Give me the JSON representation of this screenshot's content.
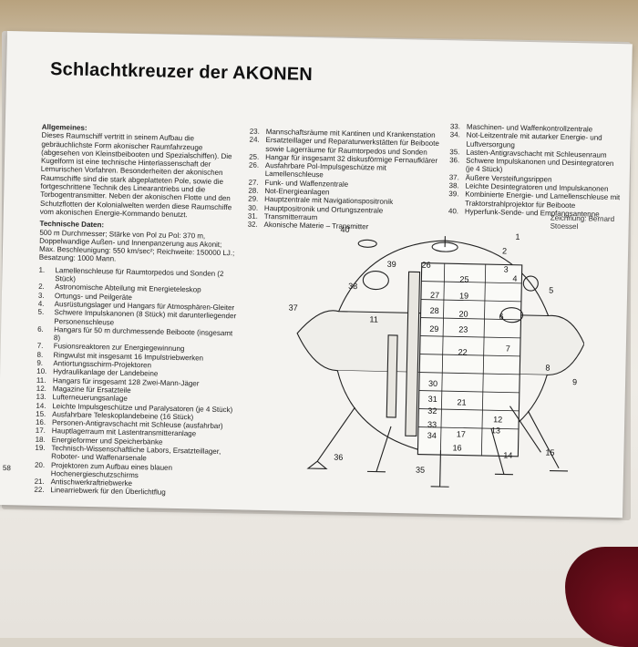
{
  "title": "Schlachtkreuzer der AKONEN",
  "page_number": "58",
  "credit": "Zeichnung: Bernard Stoessel",
  "general_heading": "Allgemeines:",
  "general_text": "Dieses Raumschiff vertritt in seinem Aufbau die gebräuchlichste Form akonischer Raumfahrzeuge (abgesehen von Kleinstbeibooten und Spezialschiffen). Die Kugelform ist eine technische Hinterlassenschaft der Lemurischen Vorfahren. Besonderheiten der akonischen Raumschiffe sind die stark abgeplatteten Pole, sowie die fortgeschrittene Technik des Linearantriebs und die Torbogentransmitter. Neben der akonischen Flotte und den Schutzflotten der Kolonialwelten werden diese Raumschiffe vom akonischen Energie-Kommando benutzt.",
  "tech_heading": "Technische Daten:",
  "tech_text": "500 m Durchmesser; Stärke von Pol zu Pol: 370 m, Doppelwandige Außen- und Innenpanzerung aus Akonit; Max. Beschleunigung: 550 km/sec²; Reichweite: 150000 LJ.; Besatzung: 1000 Mann.",
  "legend_col1": [
    {
      "n": "1.",
      "t": "Lamellenschleuse für Raumtorpedos und Sonden (2 Stück)"
    },
    {
      "n": "2.",
      "t": "Astronomische Abteilung mit Energieteleskop"
    },
    {
      "n": "3.",
      "t": "Ortungs- und Peilgeräte"
    },
    {
      "n": "4.",
      "t": "Ausrüstungslager und Hangars für Atmosphären-Gleiter"
    },
    {
      "n": "5.",
      "t": "Schwere Impulskanonen (8 Stück) mit darunterliegender Personenschleuse"
    },
    {
      "n": "6.",
      "t": "Hangars für 50 m durchmessende Beiboote (insgesamt 8)"
    },
    {
      "n": "7.",
      "t": "Fusionsreaktoren zur Energiegewinnung"
    },
    {
      "n": "8.",
      "t": "Ringwulst mit insgesamt 16 Impulstriebwerken"
    },
    {
      "n": "9.",
      "t": "Antiortungsschirm-Projektoren"
    },
    {
      "n": "10.",
      "t": "Hydraulikanlage der Landebeine"
    },
    {
      "n": "11.",
      "t": "Hangars für insgesamt 128 Zwei-Mann-Jäger"
    },
    {
      "n": "12.",
      "t": "Magazine für Ersatzteile"
    },
    {
      "n": "13.",
      "t": "Lufterneuerungsanlage"
    },
    {
      "n": "14.",
      "t": "Leichte Impulsgeschütze und Paralysatoren (je 4 Stück)"
    },
    {
      "n": "15.",
      "t": "Ausfahrbare Teleskoplandebeine (16 Stück)"
    },
    {
      "n": "16.",
      "t": "Personen-Antigravschacht mit Schleuse (ausfahrbar)"
    },
    {
      "n": "17.",
      "t": "Hauptlagerraum mit Lastentransmitteranlage"
    },
    {
      "n": "18.",
      "t": "Energieformer und Speicherbänke"
    },
    {
      "n": "19.",
      "t": "Technisch-Wissenschaftliche Labors, Ersatzteillager, Roboter- und Waffenarsenale"
    },
    {
      "n": "20.",
      "t": "Projektoren zum Aufbau eines blauen Hochenergieschutzschirms"
    },
    {
      "n": "21.",
      "t": "Antischwerkraftriebwerke"
    },
    {
      "n": "22.",
      "t": "Linearriebwerk für den Überlichtflug"
    }
  ],
  "legend_col2": [
    {
      "n": "23.",
      "t": "Mannschaftsräume mit Kantinen und Krankenstation"
    },
    {
      "n": "24.",
      "t": "Ersatzteillager und Reparaturwerkstätten für Beiboote sowie Lagerräume für Raumtorpedos und Sonden"
    },
    {
      "n": "25.",
      "t": "Hangar für insgesamt 32 diskusförmige Fernaufklärer"
    },
    {
      "n": "26.",
      "t": "Ausfahrbare Pol-Impulsgeschütze mit Lamellenschleuse"
    },
    {
      "n": "27.",
      "t": "Funk- und Waffenzentrale"
    },
    {
      "n": "28.",
      "t": "Not-Energieanlagen"
    },
    {
      "n": "29.",
      "t": "Hauptzentrale mit Navigationspositronik"
    },
    {
      "n": "30.",
      "t": "Hauptpositronik und Ortungszentrale"
    },
    {
      "n": "31.",
      "t": "Transmitterraum"
    },
    {
      "n": "32.",
      "t": "Akonische Materie – Transmitter"
    }
  ],
  "legend_col3": [
    {
      "n": "33.",
      "t": "Maschinen- und Waffenkontrollzentrale"
    },
    {
      "n": "34.",
      "t": "Not-Leitzentrale mit autarker Energie- und Luftversorgung"
    },
    {
      "n": "35.",
      "t": "Lasten-Antigravschacht mit Schleusenraum"
    },
    {
      "n": "36.",
      "t": "Schwere Impulskanonen und Desintegratoren (je 4 Stück)"
    },
    {
      "n": "37.",
      "t": "Äußere Versteifungsrippen"
    },
    {
      "n": "38.",
      "t": "Leichte Desintegratoren und Impulskanonen"
    },
    {
      "n": "39.",
      "t": "Kombinierte Energie- und Lamellenschleuse mit Traktorstrahlprojektor für Beiboote"
    },
    {
      "n": "40.",
      "t": "Hyperfunk-Sende- und Empfangsantenne"
    }
  ],
  "diagram_labels": [
    "1",
    "2",
    "3",
    "4",
    "5",
    "6",
    "7",
    "8",
    "9",
    "11",
    "12",
    "13",
    "14",
    "15",
    "16",
    "17",
    "19",
    "20",
    "21",
    "22",
    "23",
    "25",
    "26",
    "27",
    "28",
    "29",
    "30",
    "31",
    "32",
    "33",
    "34",
    "35",
    "36",
    "37",
    "38",
    "39",
    "40"
  ]
}
